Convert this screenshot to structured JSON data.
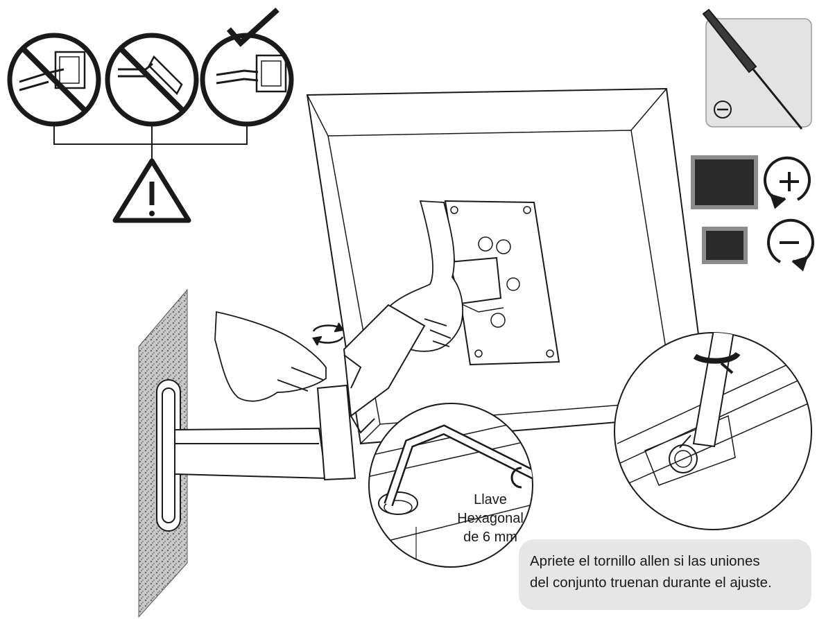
{
  "hex_key_label": {
    "line1": "Llave",
    "line2": "Hexagonal",
    "line3": "de 6 mm"
  },
  "note": {
    "line1": "Apriete el tornillo allen si las uniones",
    "line2": "del conjunto truenan durante el ajuste."
  },
  "colors": {
    "line": "#1a1a1a",
    "panel_gray": "#e3e3e3",
    "wall_texture": "#8a8a8a",
    "note_bg": "#e6e6e6"
  },
  "icons": {
    "prohibited_tilt": "prohibited-sign-icon",
    "allowed": "check-mark-icon",
    "warning": "warning-triangle-icon",
    "tool": "flathead-screwdriver-icon",
    "tighten": "rotate-plus-icon",
    "loosen": "rotate-minus-icon"
  }
}
